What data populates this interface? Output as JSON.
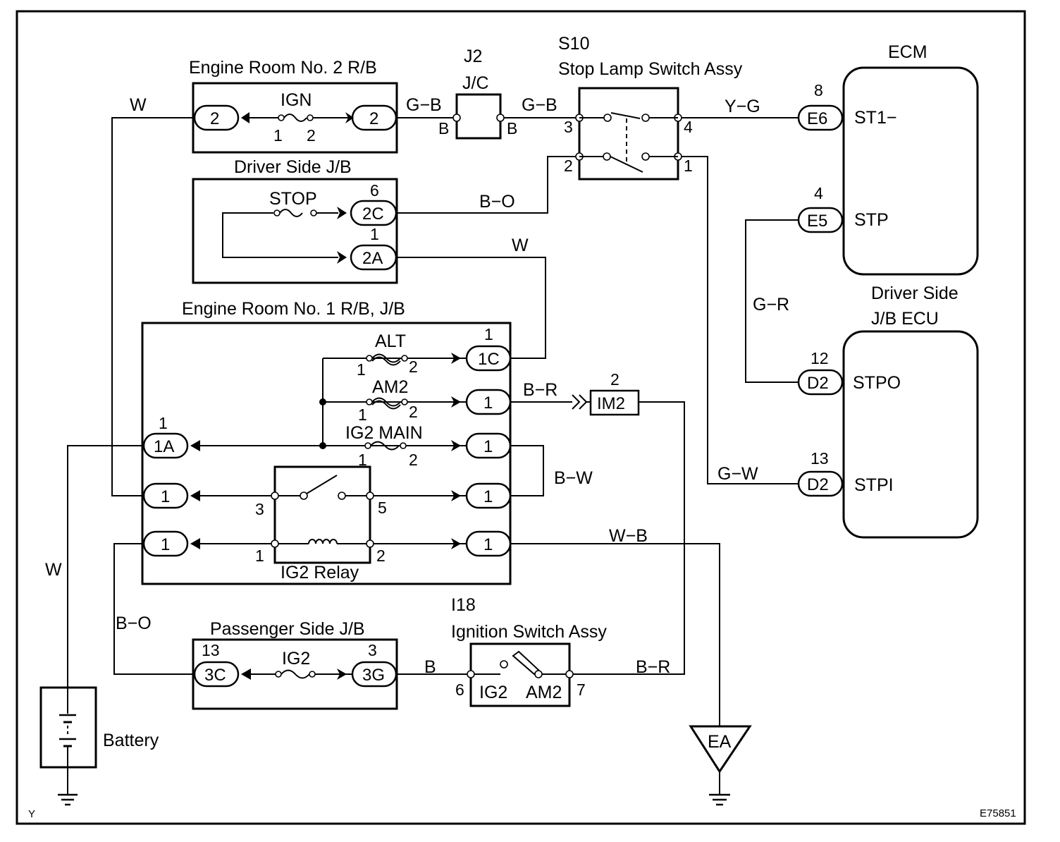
{
  "diagram": {
    "figure_id": "E75851",
    "corner_mark": "Y",
    "components": {
      "er2": {
        "title": "Engine Room No. 2 R/B",
        "fuse": "IGN",
        "pin_in": "1",
        "pin_out": "2",
        "conn_left": "2",
        "conn_right": "2"
      },
      "j2": {
        "code": "J2",
        "title": "J/C",
        "pin_left": "B",
        "pin_right": "B"
      },
      "s10": {
        "code": "S10",
        "title": "Stop Lamp Switch Assy",
        "pin3": "3",
        "pin4": "4",
        "pin2": "2",
        "pin1": "1"
      },
      "ecm": {
        "title": "ECM",
        "st1_pinno": "8",
        "st1_conn": "E6",
        "st1_label": "ST1−",
        "stp_pinno": "4",
        "stp_conn": "E5",
        "stp_label": "STP"
      },
      "dsjb": {
        "title": "Driver Side J/B",
        "fuse": "STOP",
        "c2c_pinno": "6",
        "c2c": "2C",
        "c2a_pinno": "1",
        "c2a": "2A"
      },
      "dsecu": {
        "title_line1": "Driver Side",
        "title_line2": "J/B ECU",
        "stpo_pinno": "12",
        "stpo_conn": "D2",
        "stpo_label": "STPO",
        "stpi_pinno": "13",
        "stpi_conn": "D2",
        "stpi_label": "STPI"
      },
      "er1": {
        "title": "Engine Room No. 1 R/B, J/B",
        "alt_fuse": "ALT",
        "am2_fuse": "AM2",
        "ig2main_fuse": "IG2 MAIN",
        "c1c_pinno": "1",
        "c1c": "1C",
        "c1a_pinno": "1",
        "c1a": "1A",
        "generic_conn": "1",
        "fuse_pin1": "1",
        "fuse_pin2": "2"
      },
      "relay": {
        "title": "IG2 Relay",
        "pin3": "3",
        "pin5": "5",
        "pin1": "1",
        "pin2": "2"
      },
      "im2": {
        "pinno": "2",
        "conn": "IM2"
      },
      "psjb": {
        "title": "Passenger Side J/B",
        "fuse": "IG2",
        "c3c_pinno": "13",
        "c3c": "3C",
        "c3g_pinno": "3",
        "c3g": "3G"
      },
      "i18": {
        "code": "I18",
        "title": "Ignition Switch Assy",
        "term_ig2": "IG2",
        "term_am2": "AM2",
        "pin6": "6",
        "pin7": "7"
      },
      "battery": {
        "title": "Battery"
      },
      "ground": {
        "label": "EA"
      }
    },
    "wires": {
      "w_top": "W",
      "gb_left": "G−B",
      "gb_right": "G−B",
      "yg": "Y−G",
      "bo_top": "B−O",
      "w_mid": "W",
      "gr": "G−R",
      "br_im2": "B−R",
      "bw": "B−W",
      "gw": "G−W",
      "wb": "W−B",
      "w_battery": "W",
      "bo_bottom": "B−O",
      "b_bottom": "B",
      "br_bottom": "B−R"
    }
  }
}
